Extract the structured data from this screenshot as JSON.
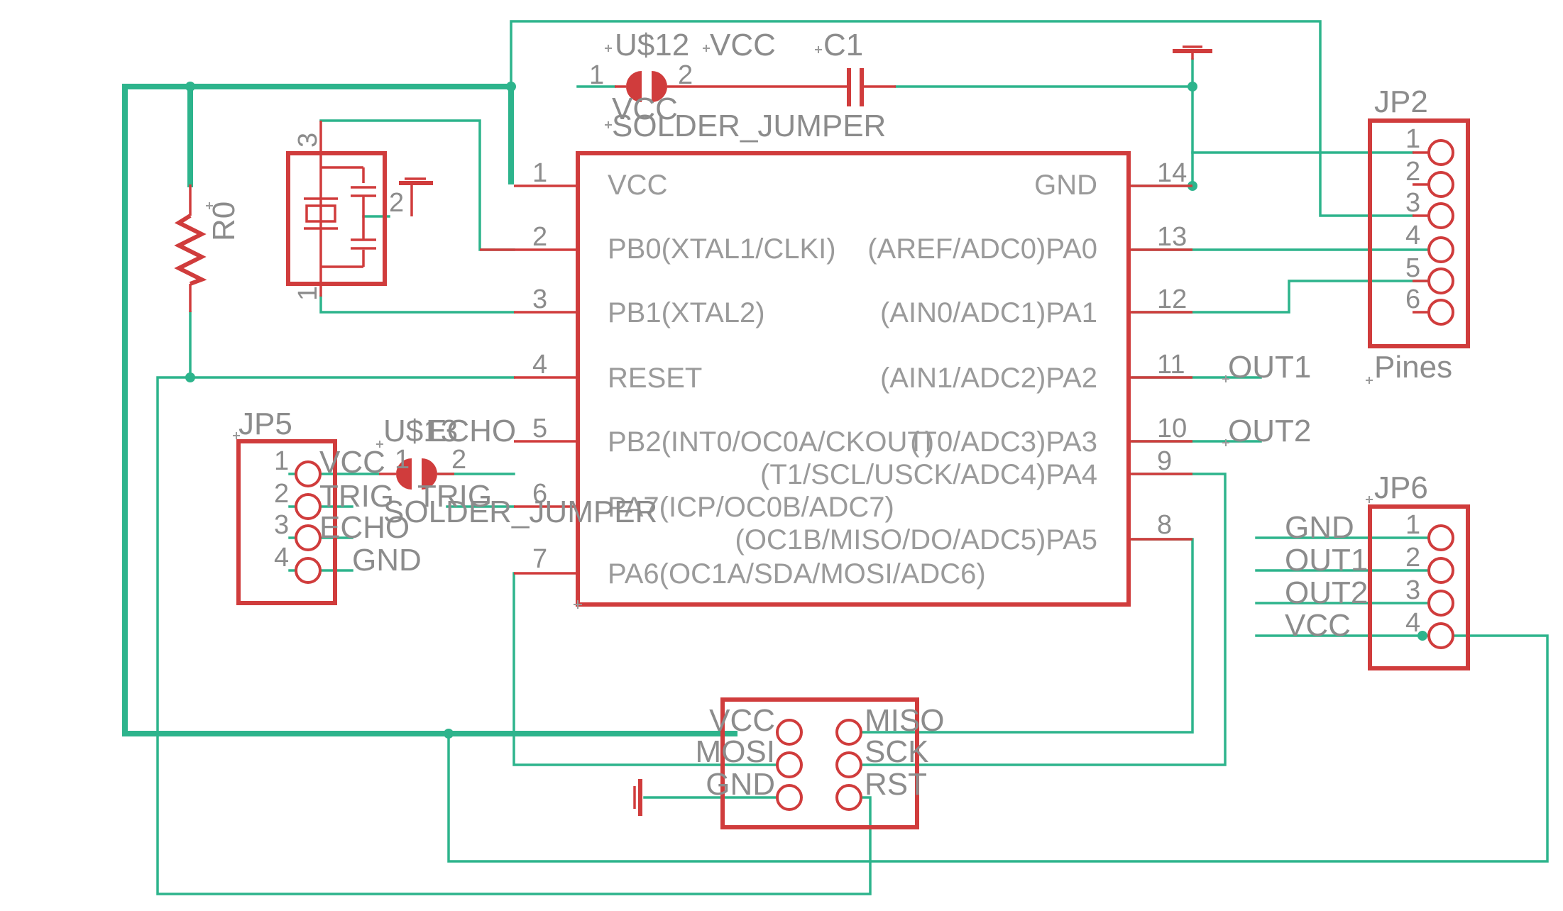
{
  "colors": {
    "wire": "#2db48c",
    "part": "#d03c3c",
    "text": "#8c8c8c",
    "background": "#ffffff"
  },
  "parts": {
    "u12": {
      "name": "U$12",
      "value": "VCC",
      "value2": "VCC",
      "type": "SOLDER_JUMPER",
      "pin1": "1",
      "pin2": "2"
    },
    "c1": {
      "name": "C1"
    },
    "r0": {
      "name": "R0"
    },
    "xtal": {
      "pin1": "1",
      "pin2": "2",
      "pin3": "3"
    },
    "mcu": {
      "left_pins": [
        {
          "num": "1",
          "label": "VCC"
        },
        {
          "num": "2",
          "label": "PB0(XTAL1/CLKI)"
        },
        {
          "num": "3",
          "label": "PB1(XTAL2)"
        },
        {
          "num": "4",
          "label": "RESET"
        },
        {
          "num": "5",
          "label": "PB2(INT0/OC0A/CKOUT)"
        },
        {
          "num": "6",
          "label": "PA7(ICP/OC0B/ADC7)"
        },
        {
          "num": "7",
          "label": "PA6(OC1A/SDA/MOSI/ADC6)"
        }
      ],
      "right_pins": [
        {
          "num": "14",
          "label": "GND"
        },
        {
          "num": "13",
          "label": "(AREF/ADC0)PA0"
        },
        {
          "num": "12",
          "label": "(AIN0/ADC1)PA1"
        },
        {
          "num": "11",
          "label": "(AIN1/ADC2)PA2"
        },
        {
          "num": "10",
          "label": "(T0/ADC3)PA3"
        },
        {
          "num": "9",
          "label": "(T1/SCL/USCK/ADC4)PA4"
        },
        {
          "num": "8",
          "label": "(OC1B/MISO/DO/ADC5)PA5"
        }
      ]
    },
    "jp2": {
      "name": "JP2",
      "value": "Pines",
      "pins": [
        "1",
        "2",
        "3",
        "4",
        "5",
        "6"
      ]
    },
    "jp5": {
      "name": "JP5",
      "pins": [
        "1",
        "2",
        "3",
        "4"
      ],
      "nets": [
        "VCC",
        "TRIG",
        "ECHO",
        "GND"
      ]
    },
    "u13": {
      "name": "U$13",
      "value": "ECHO",
      "net": "TRIG",
      "type": "SOLDER_JUMPER",
      "pin1": "1",
      "pin2": "2"
    },
    "jp6": {
      "name": "JP6",
      "pins": [
        "1",
        "2",
        "3",
        "4"
      ],
      "nets": [
        "GND",
        "OUT1",
        "OUT2",
        "VCC"
      ]
    },
    "isp": {
      "left_labels": [
        "VCC",
        "MOSI",
        "GND"
      ],
      "right_labels": [
        "MISO",
        "SCK",
        "RST"
      ]
    }
  },
  "net_labels": {
    "out1": "OUT1",
    "out2": "OUT2"
  }
}
